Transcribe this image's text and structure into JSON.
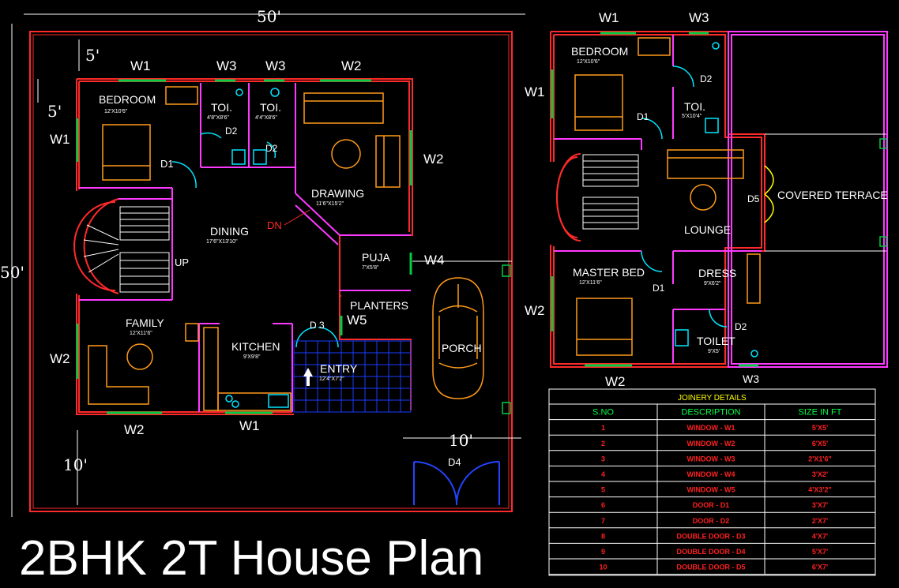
{
  "title": "2BHK 2T House Plan",
  "colors": {
    "boundary": "#ff2a2a",
    "wall": "#ff2a2a",
    "inner_wall": "#ff3aff",
    "window": "#00cc44",
    "furniture": "#ff9a1a",
    "fixture": "#00e5ff",
    "dimension": "#ffffff",
    "door": "#00e5ff",
    "d4_door": "#2244ff",
    "entry_grid": "#1a3cff",
    "table_border": "#ffffff"
  },
  "dimensions": {
    "plot_width": "50'",
    "plot_height": "50'",
    "setback_top": "5'",
    "setback_left": "5'",
    "setback_front": "10'",
    "setback_side": "10'"
  },
  "ground_floor": {
    "window_labels": {
      "top_w1": "W1",
      "top_w3a": "W3",
      "top_w3b": "W3",
      "top_w2": "W2",
      "left_w1": "W1",
      "left_w2": "W2",
      "right_w2": "W2",
      "right_w4": "W4",
      "bottom_w2": "W2",
      "bottom_w1": "W1",
      "planters_w5": "W5"
    },
    "door_labels": {
      "d1": "D1",
      "d2a": "D2",
      "d2b": "D2",
      "d3": "D 3",
      "d4": "D4"
    },
    "rooms": {
      "bedroom": {
        "name": "BEDROOM",
        "size": "12'X10'6\""
      },
      "toi1": {
        "name": "TOI.",
        "size": "4'8\"X8'6\""
      },
      "toi2": {
        "name": "TOI.",
        "size": "4'4\"X8'6\""
      },
      "drawing": {
        "name": "DRAWING",
        "size": "11'6\"X15'2\""
      },
      "dining": {
        "name": "DINING",
        "size": "17'6\"X13'10\""
      },
      "puja": {
        "name": "PUJA",
        "size": "7'X5'8\""
      },
      "planters": {
        "name": "PLANTERS"
      },
      "family": {
        "name": "FAMILY",
        "size": "12'X11'6\""
      },
      "kitchen": {
        "name": "KITCHEN",
        "size": "9'X9'8\""
      },
      "entry": {
        "name": "ENTRY",
        "size": "12'4\"X7'2\""
      },
      "porch": {
        "name": "PORCH"
      }
    },
    "stair_up": "UP",
    "stair_dn": "DN"
  },
  "first_floor": {
    "window_labels": {
      "top_w1": "W1",
      "top_w3": "W3",
      "left_w1": "W1",
      "left_w2": "W2",
      "bottom_w2": "W2",
      "bottom_w3": "W3"
    },
    "door_labels": {
      "d1a": "D1",
      "d1b": "D1",
      "d2a": "D2",
      "d2b": "D2",
      "d5": "D5"
    },
    "rooms": {
      "bedroom": {
        "name": "BEDROOM",
        "size": "12'X10'6\""
      },
      "toi": {
        "name": "TOI.",
        "size": "5'X10'4\""
      },
      "covered_terrace": {
        "name": "COVERED TERRACE"
      },
      "lounge": {
        "name": "LOUNGE"
      },
      "master_bed": {
        "name": "MASTER BED",
        "size": "12'X11'6\""
      },
      "dress": {
        "name": "DRESS",
        "size": "9'X6'2\""
      },
      "toilet": {
        "name": "TOILET",
        "size": "9'X5'"
      }
    }
  },
  "joinery_table": {
    "title": "JOINERY DETAILS",
    "columns": [
      "S.NO",
      "DESCRIPTION",
      "SIZE IN FT"
    ],
    "rows": [
      [
        "1",
        "WINDOW - W1",
        "5'X5'"
      ],
      [
        "2",
        "WINDOW - W2",
        "6'X5'"
      ],
      [
        "3",
        "WINDOW - W3",
        "2'X1'6\""
      ],
      [
        "4",
        "WINDOW - W4",
        "3'X2'"
      ],
      [
        "5",
        "WINDOW - W5",
        "4'X3'2\""
      ],
      [
        "6",
        "DOOR - D1",
        "3'X7'"
      ],
      [
        "7",
        "DOOR - D2",
        "2'X7'"
      ],
      [
        "8",
        "DOUBLE DOOR - D3",
        "4'X7'"
      ],
      [
        "9",
        "DOUBLE DOOR - D4",
        "5'X7'"
      ],
      [
        "10",
        "DOUBLE DOOR - D5",
        "6'X7'"
      ]
    ]
  }
}
